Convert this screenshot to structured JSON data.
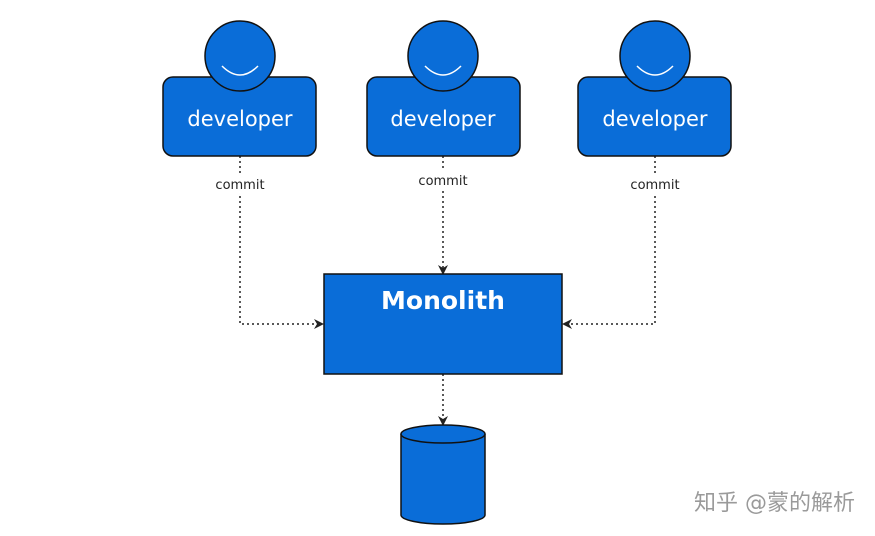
{
  "diagram": {
    "developers": [
      {
        "label": "developer",
        "edge_label": "commit"
      },
      {
        "label": "developer",
        "edge_label": "commit"
      },
      {
        "label": "developer",
        "edge_label": "commit"
      }
    ],
    "monolith": {
      "label": "Monolith"
    },
    "database": {
      "label": ""
    },
    "watermark": "知乎 @蒙的解析"
  },
  "colors": {
    "fill": "#0a6dd8",
    "stroke": "#111111",
    "connector": "#222222",
    "watermark": "#9a9a9a"
  },
  "icons": {
    "developer": "person-icon",
    "database": "database-cylinder-icon"
  }
}
